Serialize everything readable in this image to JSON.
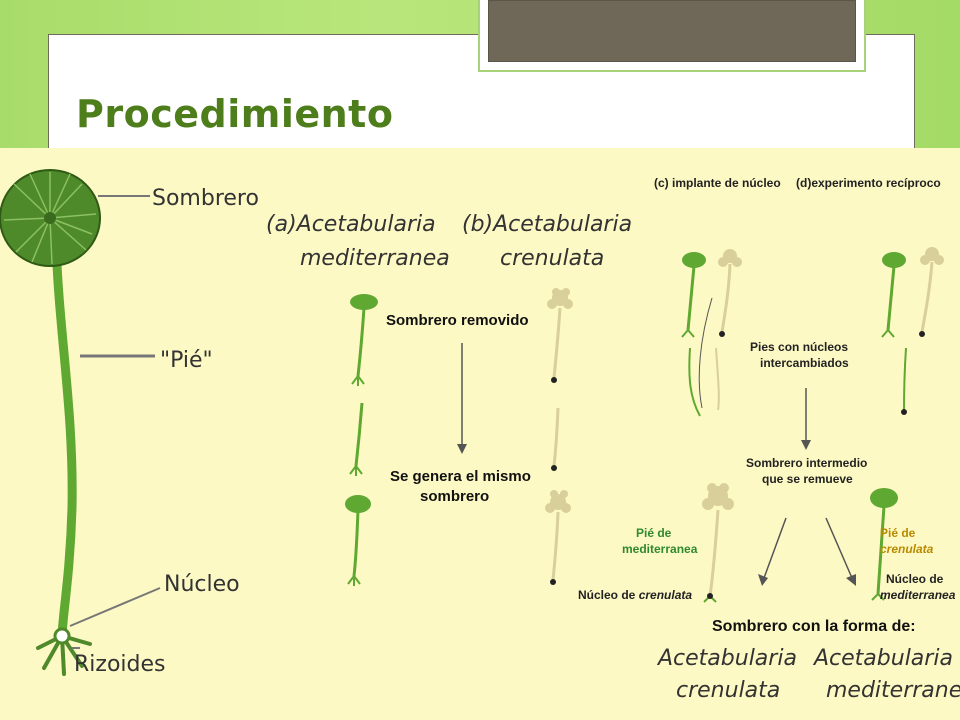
{
  "slide": {
    "title": "Procedimiento"
  },
  "anatomy": {
    "sombrero": "Sombrero",
    "pie": "\"Pié\"",
    "nucleo": "Núcleo",
    "rizoides": "Rizoides"
  },
  "panel_ab": {
    "a_line1": "(a)Acetabularia",
    "a_line2": "mediterranea",
    "b_line1": "(b)Acetabularia",
    "b_line2": "crenulata",
    "removed": "Sombrero removido",
    "same_line1": "Se genera el mismo",
    "same_line2": "sombrero"
  },
  "panel_cd": {
    "c_header": "(c) implante de núcleo",
    "d_header": "(d)experimento recíproco",
    "exchanged_line1": "Pies con núcleos",
    "exchanged_line2": "intercambiados",
    "intermediate_line1": "Sombrero intermedio",
    "intermediate_line2": "que se remueve",
    "pie_med_line1": "Pié de",
    "pie_med_line2": "mediterranea",
    "pie_cren_line1": "Pié de",
    "pie_cren_line2": "crenulata",
    "nuc_cren_prefix": "Núcleo de",
    "nuc_cren_species": "crenulata",
    "nuc_med_line1": "Núcleo de",
    "nuc_med_line2": "mediterranea",
    "result_title": "Sombrero con la forma de:",
    "res1_line1": "Acetabularia",
    "res1_line2": "crenulata",
    "res2_line1": "Acetabularia",
    "res2_line2": "mediterranea"
  },
  "colors": {
    "plant_green": "#5fa832",
    "cap_dark": "#4f8a2a",
    "cren_beige": "#d8cf9a",
    "figure_bg": "#fdf9c4",
    "title_green": "#4e7d1b"
  }
}
